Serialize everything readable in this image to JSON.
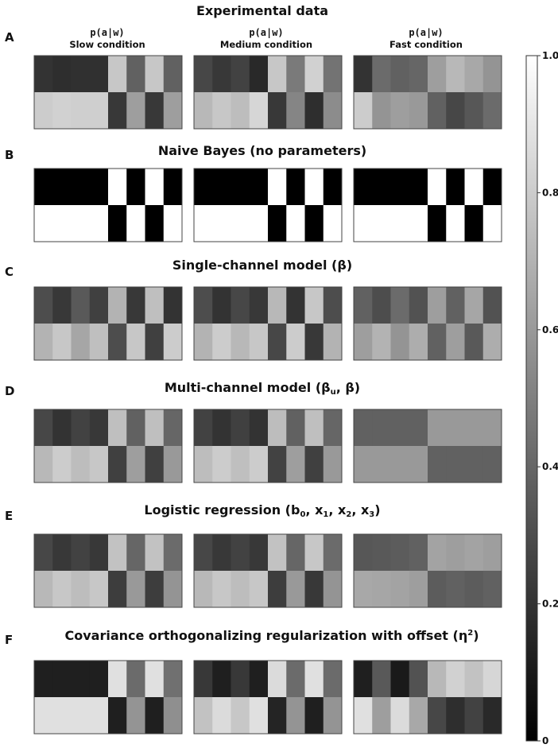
{
  "figure": {
    "rows": [
      {
        "letter": "A",
        "title": "Experimental data"
      },
      {
        "letter": "B",
        "title": "Naive Bayes (no parameters)"
      },
      {
        "letter": "C",
        "title": "Single-channel model (β)"
      },
      {
        "letter": "D",
        "title": "Multi-channel model (β",
        "title_sub": "u",
        "title_tail": ", β)"
      },
      {
        "letter": "E",
        "title": "Logistic regression (b",
        "parts": [
          "0",
          "x",
          "1",
          "x",
          "2",
          "x",
          "3"
        ]
      },
      {
        "letter": "F",
        "title": "Covariance orthogonalizing regularization with offset (η",
        "title_sup": "2",
        "title_tail": ")"
      }
    ],
    "columns": [
      {
        "label": "p(a|w)",
        "condition": "Slow condition"
      },
      {
        "label": "p(a|w)",
        "condition": "Medium condition"
      },
      {
        "label": "p(a|w)",
        "condition": "Fast condition"
      }
    ]
  },
  "chart_data": {
    "type": "heatmap",
    "colormap": "gray",
    "color_range": [
      0,
      1
    ],
    "colorbar_ticks": [
      {
        "value": 1.0,
        "label": "1.0"
      },
      {
        "value": 0.8,
        "label": "0.8"
      },
      {
        "value": 0.6,
        "label": "0.6"
      },
      {
        "value": 0.4,
        "label": "0.4"
      },
      {
        "value": 0.2,
        "label": "0.2"
      },
      {
        "value": 0,
        "label": "0"
      }
    ],
    "panels": [
      [
        [
          [
            0.2,
            0.18,
            0.19,
            0.19,
            0.78,
            0.38,
            0.78,
            0.38
          ],
          [
            0.8,
            0.82,
            0.81,
            0.81,
            0.22,
            0.62,
            0.22,
            0.62
          ]
        ],
        [
          [
            0.28,
            0.22,
            0.26,
            0.16,
            0.78,
            0.48,
            0.82,
            0.45
          ],
          [
            0.72,
            0.78,
            0.74,
            0.84,
            0.22,
            0.52,
            0.18,
            0.55
          ]
        ],
        [
          [
            0.2,
            0.42,
            0.38,
            0.4,
            0.62,
            0.72,
            0.66,
            0.58
          ],
          [
            0.8,
            0.58,
            0.62,
            0.6,
            0.38,
            0.28,
            0.34,
            0.42
          ]
        ]
      ],
      [
        [
          [
            0,
            0,
            0,
            0,
            1,
            0,
            1,
            0
          ],
          [
            1,
            1,
            1,
            1,
            0,
            1,
            0,
            1
          ]
        ],
        [
          [
            0,
            0,
            0,
            0,
            1,
            0,
            1,
            0
          ],
          [
            1,
            1,
            1,
            1,
            0,
            1,
            0,
            1
          ]
        ],
        [
          [
            0,
            0,
            0,
            0,
            1,
            0,
            1,
            0
          ],
          [
            1,
            1,
            1,
            1,
            0,
            1,
            0,
            1
          ]
        ]
      ],
      [
        [
          [
            0.3,
            0.22,
            0.35,
            0.25,
            0.7,
            0.22,
            0.75,
            0.2
          ],
          [
            0.7,
            0.78,
            0.65,
            0.75,
            0.3,
            0.78,
            0.25,
            0.8
          ]
        ],
        [
          [
            0.3,
            0.2,
            0.28,
            0.22,
            0.72,
            0.2,
            0.78,
            0.3
          ],
          [
            0.7,
            0.8,
            0.72,
            0.78,
            0.28,
            0.8,
            0.22,
            0.7
          ]
        ],
        [
          [
            0.38,
            0.3,
            0.42,
            0.32,
            0.62,
            0.38,
            0.65,
            0.32
          ],
          [
            0.62,
            0.7,
            0.58,
            0.68,
            0.38,
            0.62,
            0.35,
            0.68
          ]
        ]
      ],
      [
        [
          [
            0.28,
            0.2,
            0.26,
            0.22,
            0.75,
            0.38,
            0.75,
            0.4
          ],
          [
            0.72,
            0.8,
            0.74,
            0.78,
            0.25,
            0.62,
            0.25,
            0.6
          ]
        ],
        [
          [
            0.26,
            0.2,
            0.25,
            0.2,
            0.74,
            0.38,
            0.75,
            0.4
          ],
          [
            0.74,
            0.8,
            0.75,
            0.8,
            0.26,
            0.62,
            0.25,
            0.6
          ]
        ],
        [
          [
            0.38,
            0.38,
            0.38,
            0.38,
            0.6,
            0.6,
            0.6,
            0.6
          ],
          [
            0.6,
            0.6,
            0.6,
            0.6,
            0.38,
            0.38,
            0.38,
            0.38
          ]
        ]
      ],
      [
        [
          [
            0.28,
            0.22,
            0.26,
            0.22,
            0.76,
            0.4,
            0.76,
            0.42
          ],
          [
            0.72,
            0.78,
            0.74,
            0.78,
            0.24,
            0.6,
            0.24,
            0.58
          ]
        ],
        [
          [
            0.28,
            0.22,
            0.26,
            0.22,
            0.76,
            0.4,
            0.78,
            0.42
          ],
          [
            0.72,
            0.78,
            0.74,
            0.78,
            0.24,
            0.6,
            0.22,
            0.58
          ]
        ],
        [
          [
            0.34,
            0.35,
            0.36,
            0.38,
            0.64,
            0.62,
            0.64,
            0.62
          ],
          [
            0.66,
            0.65,
            0.64,
            0.62,
            0.36,
            0.38,
            0.36,
            0.38
          ]
        ]
      ],
      [
        [
          [
            0.12,
            0.12,
            0.12,
            0.12,
            0.88,
            0.42,
            0.88,
            0.44
          ],
          [
            0.88,
            0.88,
            0.88,
            0.88,
            0.12,
            0.58,
            0.12,
            0.56
          ]
        ],
        [
          [
            0.22,
            0.12,
            0.22,
            0.12,
            0.86,
            0.42,
            0.88,
            0.42
          ],
          [
            0.76,
            0.86,
            0.78,
            0.88,
            0.14,
            0.58,
            0.12,
            0.58
          ]
        ],
        [
          [
            0.12,
            0.35,
            0.1,
            0.32,
            0.72,
            0.82,
            0.76,
            0.84
          ],
          [
            0.88,
            0.62,
            0.86,
            0.66,
            0.28,
            0.18,
            0.26,
            0.16
          ]
        ]
      ]
    ]
  }
}
